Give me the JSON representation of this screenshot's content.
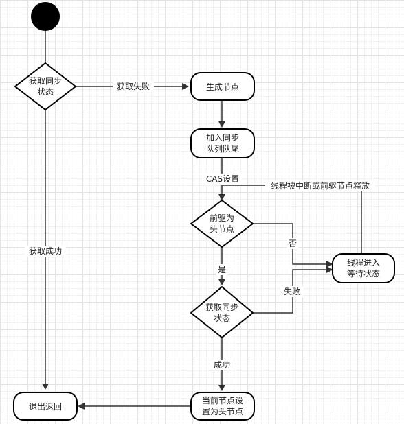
{
  "nodes": {
    "start": {
      "shape": "circle",
      "color": "#000000"
    },
    "acquire_sync_1": {
      "lines": [
        "获取同步",
        "状态"
      ]
    },
    "create_node": {
      "lines": [
        "生成节点"
      ]
    },
    "enqueue_tail": {
      "lines": [
        "加入同步",
        "队列队尾"
      ]
    },
    "predecessor_is_head": {
      "lines": [
        "前驱为",
        "头节点"
      ]
    },
    "thread_wait": {
      "lines": [
        "线程进入",
        "等待状态"
      ]
    },
    "acquire_sync_2": {
      "lines": [
        "获取同步",
        "状态"
      ]
    },
    "set_head": {
      "lines": [
        "当前节点设",
        "置为头节点"
      ]
    },
    "exit_return": {
      "lines": [
        "退出返回"
      ]
    }
  },
  "edges": {
    "acquire_fail": "获取失败",
    "acquire_success": "获取成功",
    "cas_set": "CAS设置",
    "interrupted_or_released": "线程被中断或前驱节点释放",
    "no": "否",
    "yes": "是",
    "fail": "失败",
    "success": "成功"
  }
}
